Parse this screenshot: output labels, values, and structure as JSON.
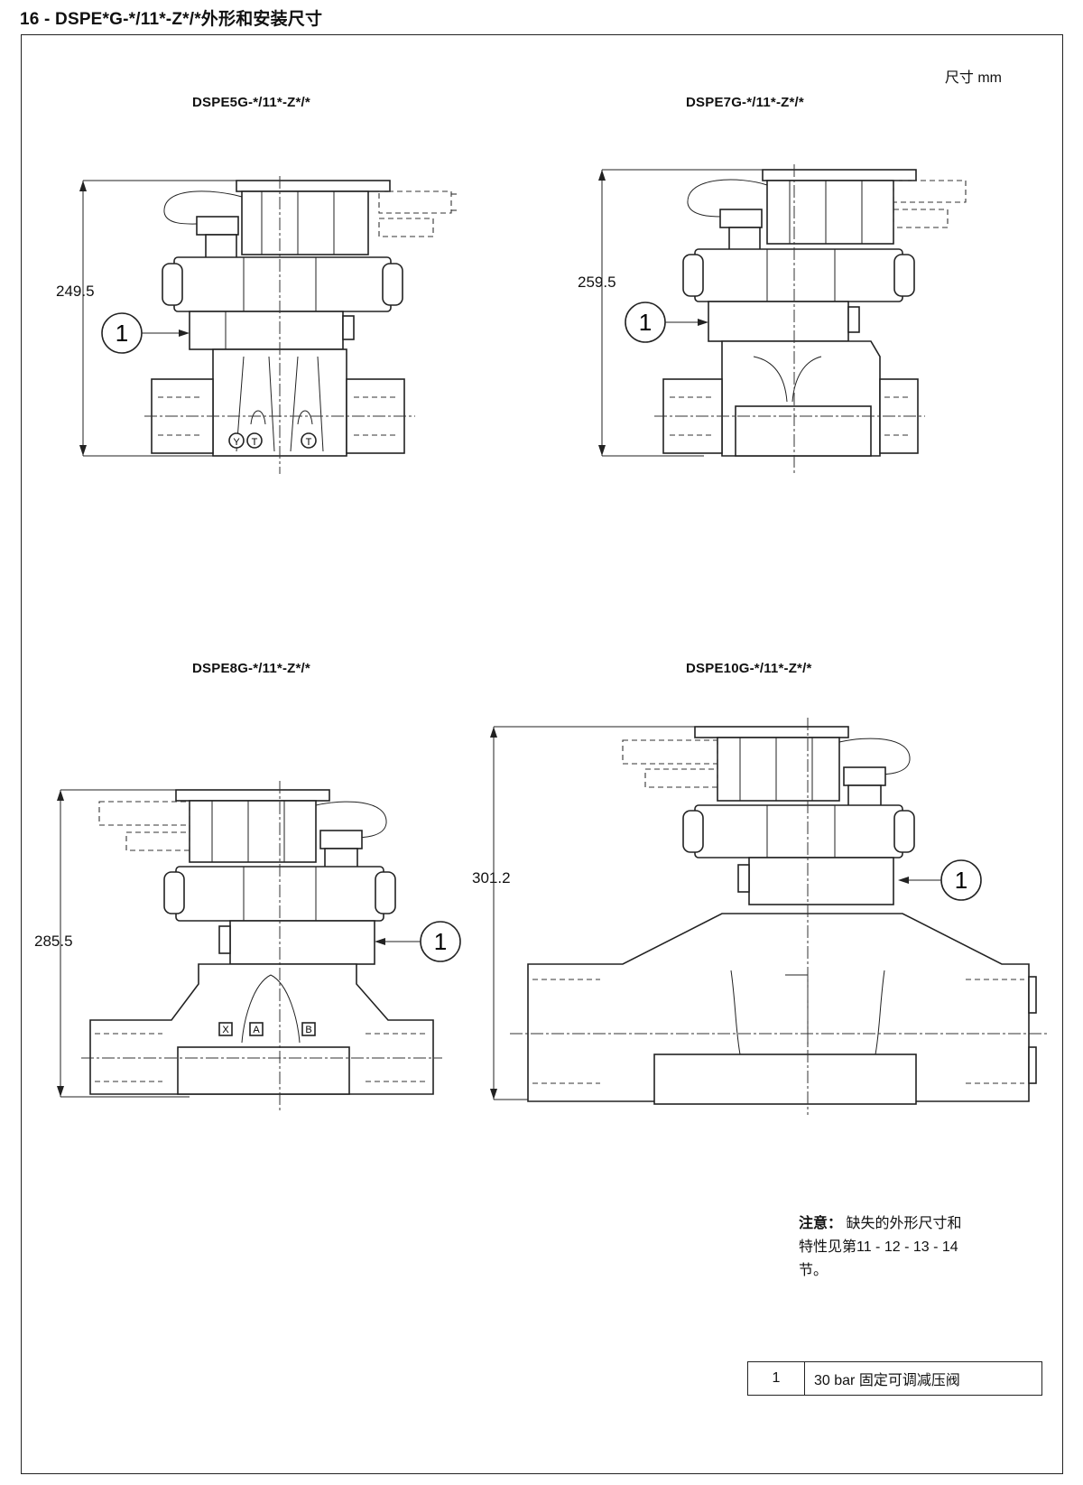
{
  "page": {
    "title": "16 - DSPE*G-*/11*-Z*/*外形和安装尺寸",
    "units": "尺寸  mm"
  },
  "views": [
    {
      "model": "DSPE5G-*/11*-Z*/*",
      "height": "249.5",
      "callout": "1"
    },
    {
      "model": "DSPE7G-*/11*-Z*/*",
      "height": "259.5",
      "callout": "1"
    },
    {
      "model": "DSPE8G-*/11*-Z*/*",
      "height": "285.5",
      "callout": "1"
    },
    {
      "model": "DSPE10G-*/11*-Z*/*",
      "height": "301.2",
      "callout": "1"
    }
  ],
  "port_labels": {
    "dspe5": [
      "Y",
      "T",
      "T"
    ],
    "dspe8": [
      "X",
      "A",
      "B"
    ]
  },
  "note": {
    "label": "注意：",
    "lines": [
      "缺失的外形尺寸和",
      "特性见第11 - 12 - 13 - 14",
      "节。"
    ]
  },
  "legend": [
    {
      "num": "1",
      "text": "30 bar 固定可调减压阀"
    }
  ]
}
